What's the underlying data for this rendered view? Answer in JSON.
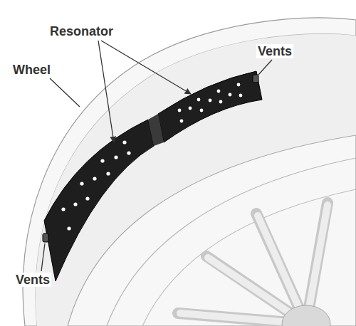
{
  "diagram": {
    "labels": [
      "Resonator",
      "Vents",
      "Wheel",
      "Vents"
    ]
  }
}
